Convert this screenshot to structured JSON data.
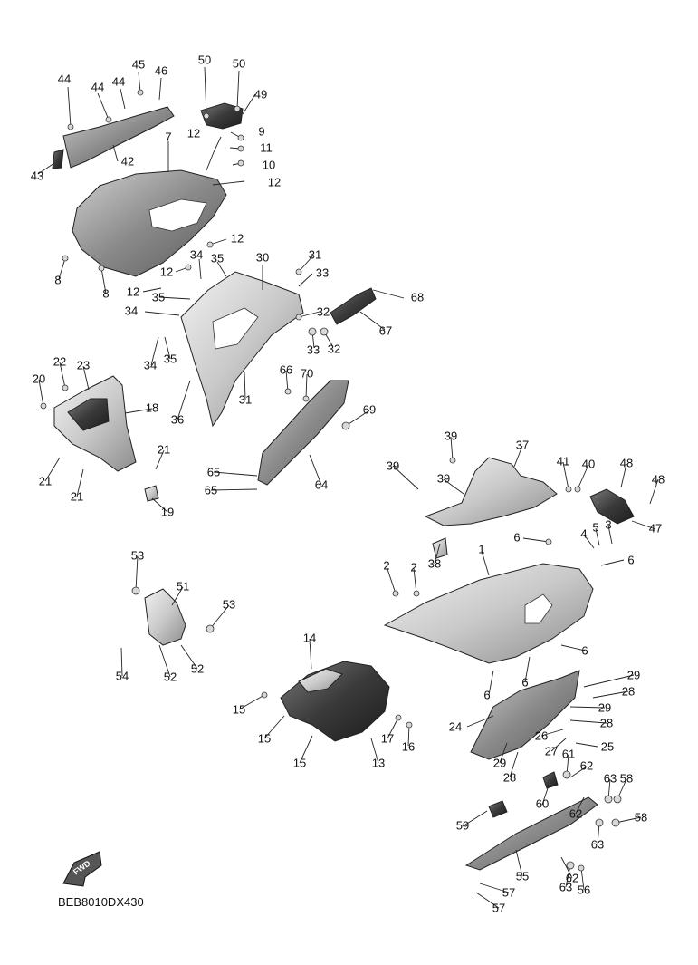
{
  "diagram_code": "BEB8010DX430",
  "fwd_badge": "FWD",
  "colors": {
    "ink": "#111111",
    "part_light": "#d9d9d9",
    "part_mid": "#9a9a9a",
    "part_dark": "#3a3a3a"
  },
  "callouts": {
    "c44a": "44",
    "c44b": "44",
    "c44c": "44",
    "c45": "45",
    "c46": "46",
    "c50a": "50",
    "c50b": "50",
    "c49": "49",
    "c9": "9",
    "c11": "11",
    "c10": "10",
    "c43": "43",
    "c42": "42",
    "c7": "7",
    "c12a": "12",
    "c12b": "12",
    "c12c": "12",
    "c12d": "12",
    "c12e": "12",
    "c8a": "8",
    "c8b": "8",
    "c31a": "31",
    "c33a": "33",
    "c30": "30",
    "c34a": "34",
    "c35a": "35",
    "c35b": "35",
    "c34b": "34",
    "c32a": "32",
    "c33b": "33",
    "c32b": "32",
    "c34c": "34",
    "c35c": "35",
    "c68": "68",
    "c67": "67",
    "c22": "22",
    "c23": "23",
    "c20": "20",
    "c18": "18",
    "c21a": "21",
    "c21b": "21",
    "c21c": "21",
    "c19": "19",
    "c36": "36",
    "c31b": "31",
    "c66": "66",
    "c70": "70",
    "c69": "69",
    "c65a": "65",
    "c65b": "65",
    "c64": "64",
    "c39a": "39",
    "c37": "37",
    "c39b": "39",
    "c39c": "39",
    "c41": "41",
    "c40": "40",
    "c48a": "48",
    "c48b": "48",
    "c47": "47",
    "c4": "4",
    "c5": "5",
    "c3": "3",
    "c6a": "6",
    "c6b": "6",
    "c6c": "6",
    "c6d": "6",
    "c6e": "6",
    "c38": "38",
    "c1": "1",
    "c2a": "2",
    "c2b": "2",
    "c53a": "53",
    "c53b": "53",
    "c51": "51",
    "c54": "54",
    "c52a": "52",
    "c52b": "52",
    "c14": "14",
    "c15a": "15",
    "c15b": "15",
    "c15c": "15",
    "c17": "17",
    "c16": "16",
    "c13": "13",
    "c29a": "29",
    "c28a": "28",
    "c29b": "29",
    "c28b": "28",
    "c24": "24",
    "c26": "26",
    "c25": "25",
    "c27": "27",
    "c29c": "29",
    "c28c": "28",
    "c61": "61",
    "c62a": "62",
    "c63a": "63",
    "c58a": "58",
    "c60": "60",
    "c59": "59",
    "c62b": "62",
    "c58b": "58",
    "c63b": "63",
    "c55": "55",
    "c62c": "62",
    "c63c": "63",
    "c56": "56",
    "c57a": "57",
    "c57b": "57"
  }
}
